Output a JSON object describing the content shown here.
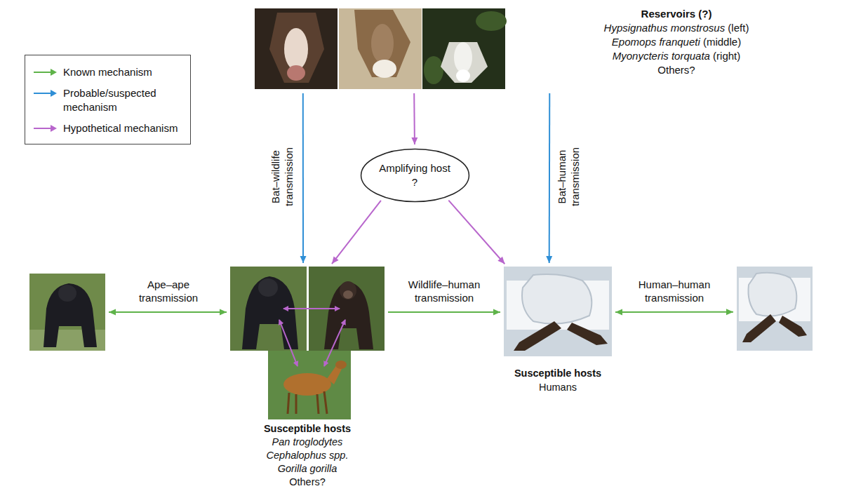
{
  "diagram": {
    "nodes": [
      {
        "text": [
          "Reservoirs (?)",
          "Hypsignathus monstrosus (left)",
          "Epomops franqueti (middle)",
          "Myonycteris torquata (right)",
          "Others?"
        ]
      },
      {
        "text": [
          "Amplifying host",
          "?"
        ]
      },
      {
        "text": []
      },
      {
        "text": [
          "Susceptible hosts",
          "Pan troglodytes",
          "Cephalophus spp.",
          "Gorilla gorilla",
          "Others?"
        ]
      },
      {
        "text": [
          "Susceptible hosts",
          "Humans"
        ]
      },
      {
        "text": []
      }
    ],
    "edges": [
      {
        "from": 0,
        "to": 3,
        "arrow": "to",
        "label": "Bat–wildlife transmission"
      },
      {
        "from": 0,
        "to": 1,
        "arrow": "to"
      },
      {
        "from": 0,
        "to": 4,
        "arrow": "to",
        "label": "Bat–human transmission"
      },
      {
        "from": 1,
        "to": 3,
        "arrow": "to"
      },
      {
        "from": 1,
        "to": 4,
        "arrow": "to"
      },
      {
        "from": 2,
        "to": 3,
        "arrow": "both",
        "label": "Ape–ape transmission"
      },
      {
        "from": 3,
        "to": 4,
        "arrow": "to",
        "label": "Wildlife–human transmission"
      },
      {
        "from": 4,
        "to": 5,
        "arrow": "both",
        "label": "Human–human transmission"
      }
    ],
    "legend": [
      {
        "text": "Known mechanism",
        "color": "#5fb34a"
      },
      {
        "text": "Probable/suspected mechanism",
        "color": "#2f8fd6"
      },
      {
        "text": "Hypothetical mechanism",
        "color": "#b866cc"
      }
    ]
  }
}
